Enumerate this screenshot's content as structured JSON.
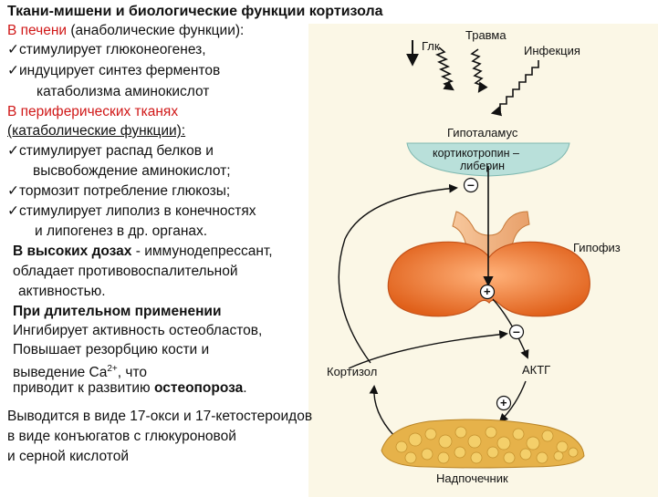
{
  "title": "Ткани-мишени и биологические функции кортизола",
  "liver": {
    "heading": "В печени",
    "heading_note": " (анаболические функции):",
    "items": [
      "✓стимулирует глюконеогенез,",
      "✓индуцирует синтез ферментов",
      "катаболизма аминокислот"
    ]
  },
  "peripheral": {
    "heading": "В периферических тканях",
    "note": "(катаболические функции):",
    "items": [
      "✓стимулирует распад белков и",
      "высвобождение аминокислот;",
      "✓тормозит потребление глюкозы;",
      "✓стимулирует липолиз в конечностях",
      "и липогенез в др. органах."
    ]
  },
  "high_doses": {
    "lead": "В высоких дозах",
    "text1": " - иммунодепрессант,",
    "text2": "обладает противовоспалительной",
    "text3": "активностью."
  },
  "long_use": {
    "heading": "При длительном применении",
    "lines": [
      "Ингибирует активность остеобластов,",
      "Повышает резорбцию кости и"
    ],
    "ca_pre": "выведение Ca",
    "ca_sup": "2+",
    "ca_post": ", что",
    "result_pre": "приводит к развитию ",
    "result_bold": "остеопороза",
    "result_post": "."
  },
  "excretion": [
    "Выводится  в виде 17-окси и 17-кетостероидов",
    "в виде  конъюгатов с глюкуроновой",
    "и серной  кислотой"
  ],
  "diagram": {
    "glc": "Глк",
    "trauma": "Травма",
    "infection": "Инфекция",
    "hypothalamus": "Гипоталамус",
    "crh_line1": "кортикотропин –",
    "crh_line2": "либерин",
    "pituitary": "Гипофиз",
    "cortisol": "Кортизол",
    "acth": "АКТГ",
    "adrenal": "Надпочечник",
    "minus": "–",
    "plus": "+",
    "colors": {
      "pituitary_fill": "#f07a2a",
      "hypothalamus_fill": "#b9e0da",
      "adrenal_fill": "#e6b24a",
      "highlight_red": "#d01818"
    }
  }
}
